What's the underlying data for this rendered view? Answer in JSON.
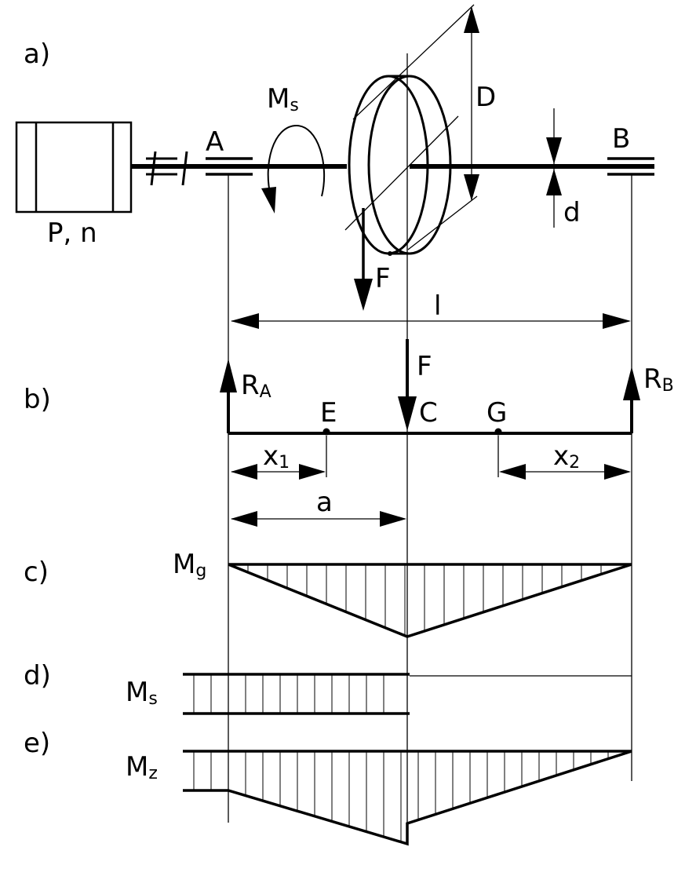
{
  "panels": {
    "a": "a)",
    "b": "b)",
    "c": "c)",
    "d": "d)",
    "e": "e)"
  },
  "motor": {
    "label": "P, n"
  },
  "bearings": {
    "left": "A",
    "right": "B"
  },
  "torque": {
    "symbol": "M",
    "subscript": "s"
  },
  "gear": {
    "diameter_label": "D",
    "force_label": "F"
  },
  "shaft": {
    "diameter_label": "d",
    "length_label": "l"
  },
  "beam": {
    "reaction_a": {
      "symbol": "R",
      "subscript": "A"
    },
    "reaction_b": {
      "symbol": "R",
      "subscript": "B"
    },
    "force_label": "F",
    "point_e": "E",
    "point_c": "C",
    "point_g": "G",
    "x1": {
      "symbol": "x",
      "subscript": "1"
    },
    "x2": {
      "symbol": "x",
      "subscript": "2"
    },
    "a_label": "a"
  },
  "diagrams": {
    "bending": {
      "symbol": "M",
      "subscript": "g"
    },
    "torsion": {
      "symbol": "M",
      "subscript": "s"
    },
    "equivalent": {
      "symbol": "M",
      "subscript": "z"
    }
  }
}
